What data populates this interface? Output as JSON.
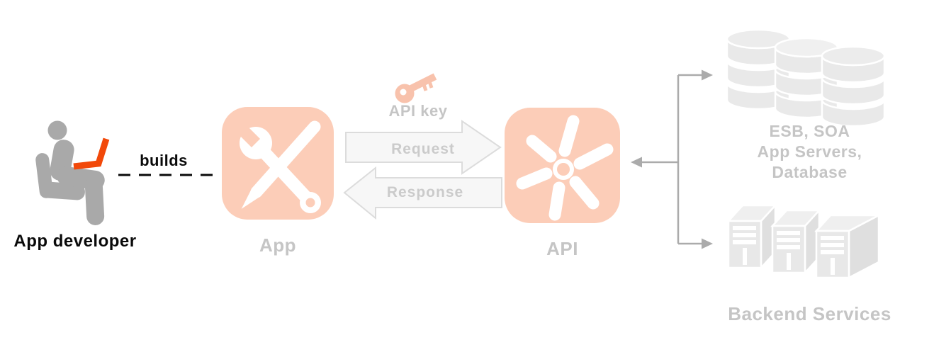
{
  "diagram": {
    "developer": {
      "label": "App developer",
      "icon": "person-at-laptop-icon"
    },
    "builds": {
      "label": "builds",
      "connector": "dashed-line"
    },
    "app": {
      "label": "App",
      "icon": "wrench-pencil-icon"
    },
    "api_key": {
      "label": "API key",
      "icon": "key-icon"
    },
    "request": {
      "label": "Request",
      "direction": "right"
    },
    "response": {
      "label": "Response",
      "direction": "left"
    },
    "api": {
      "label": "API",
      "icon": "gear-asterisk-icon"
    },
    "esb": {
      "lines": [
        "ESB, SOA",
        "App Servers,",
        "Database"
      ],
      "icon": "database-stack-icon"
    },
    "backend_services": {
      "label": "Backend Services",
      "icon": "server-stack-icon"
    }
  },
  "colors": {
    "icon_peach": "#FCCDB8",
    "key_peach": "#F8C2AC",
    "laptop_orange": "#F2490A",
    "figure_gray": "#A9A9A9",
    "muted_text": "#C5C5C5",
    "arrow_fill": "#F7F7F7",
    "arrow_border": "#DCDCDC",
    "connector_gray": "#ABABAB",
    "backend_gray": "#E8E8E8"
  }
}
